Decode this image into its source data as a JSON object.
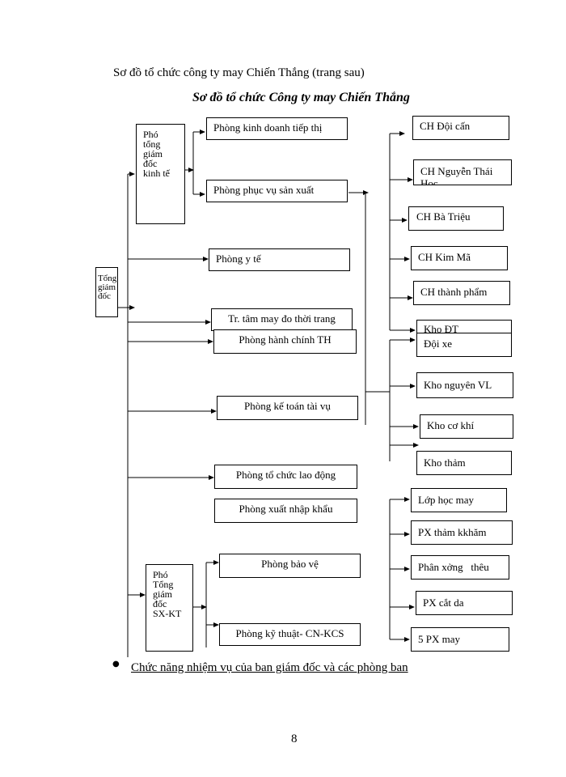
{
  "header": {
    "intro": "Sơ đồ tổ chức công ty may Chiến Thắng (trang sau)",
    "title": "Sơ đồ tổ chức Công ty may Chiến Thắng"
  },
  "boxes": {
    "tong_giam_doc": "Tổng giám đốc",
    "pho_tgd_kinh_te": "Phó tổng giám đốc kinh tế",
    "pho_tgd_sx_kt": "Phó Tổng giám đốc SX-KT",
    "phong_kinh_doanh": "Phòng kinh doanh tiếp thị",
    "phong_phuc_vu": "Phòng phục vụ sản xuất",
    "phong_y_te": "Phòng y tế",
    "trung_tam_may_do": "Tr. tâm may đo thời trang",
    "phong_hanh_chinh": "Phòng hành chính TH",
    "phong_ke_toan": "Phòng kế toán tài vụ",
    "phong_to_chuc": "Phòng tổ chức lao động",
    "phong_xnk": "Phòng xuất nhập khẩu",
    "phong_bao_ve": "Phòng bảo vệ",
    "phong_ky_thuat": "Phòng kỹ thuật- CN-KCS",
    "ch_doi_can": "CH Đội cấn",
    "ch_nguyen_thai_hoc": "CH Nguyễn Thái Học",
    "ch_ba_trieu": "CH Bà Triệu",
    "ch_kim_ma": "CH Kim Mã",
    "ch_thanh_pham": "CH thành phẩm",
    "kho_dt": "Kho ĐT",
    "doi_xe": "Đội xe",
    "kho_nguyen_vl": "Kho nguyên VL",
    "kho_co_khi": "Kho cơ khí",
    "kho_tham": "Kho thảm",
    "lop_hoc_may": "Lớp học may",
    "px_tham_khuam": "PX thảm kkhăm",
    "phan_xuong_theu": "Phân xởng   thêu",
    "px_cat_da": "PX cắt da",
    "px_may": "5 PX may"
  },
  "footer": {
    "bullet_text": "Chức năng nhiệm vụ của ban giám đốc và các phòng ban",
    "page_number": "8"
  }
}
